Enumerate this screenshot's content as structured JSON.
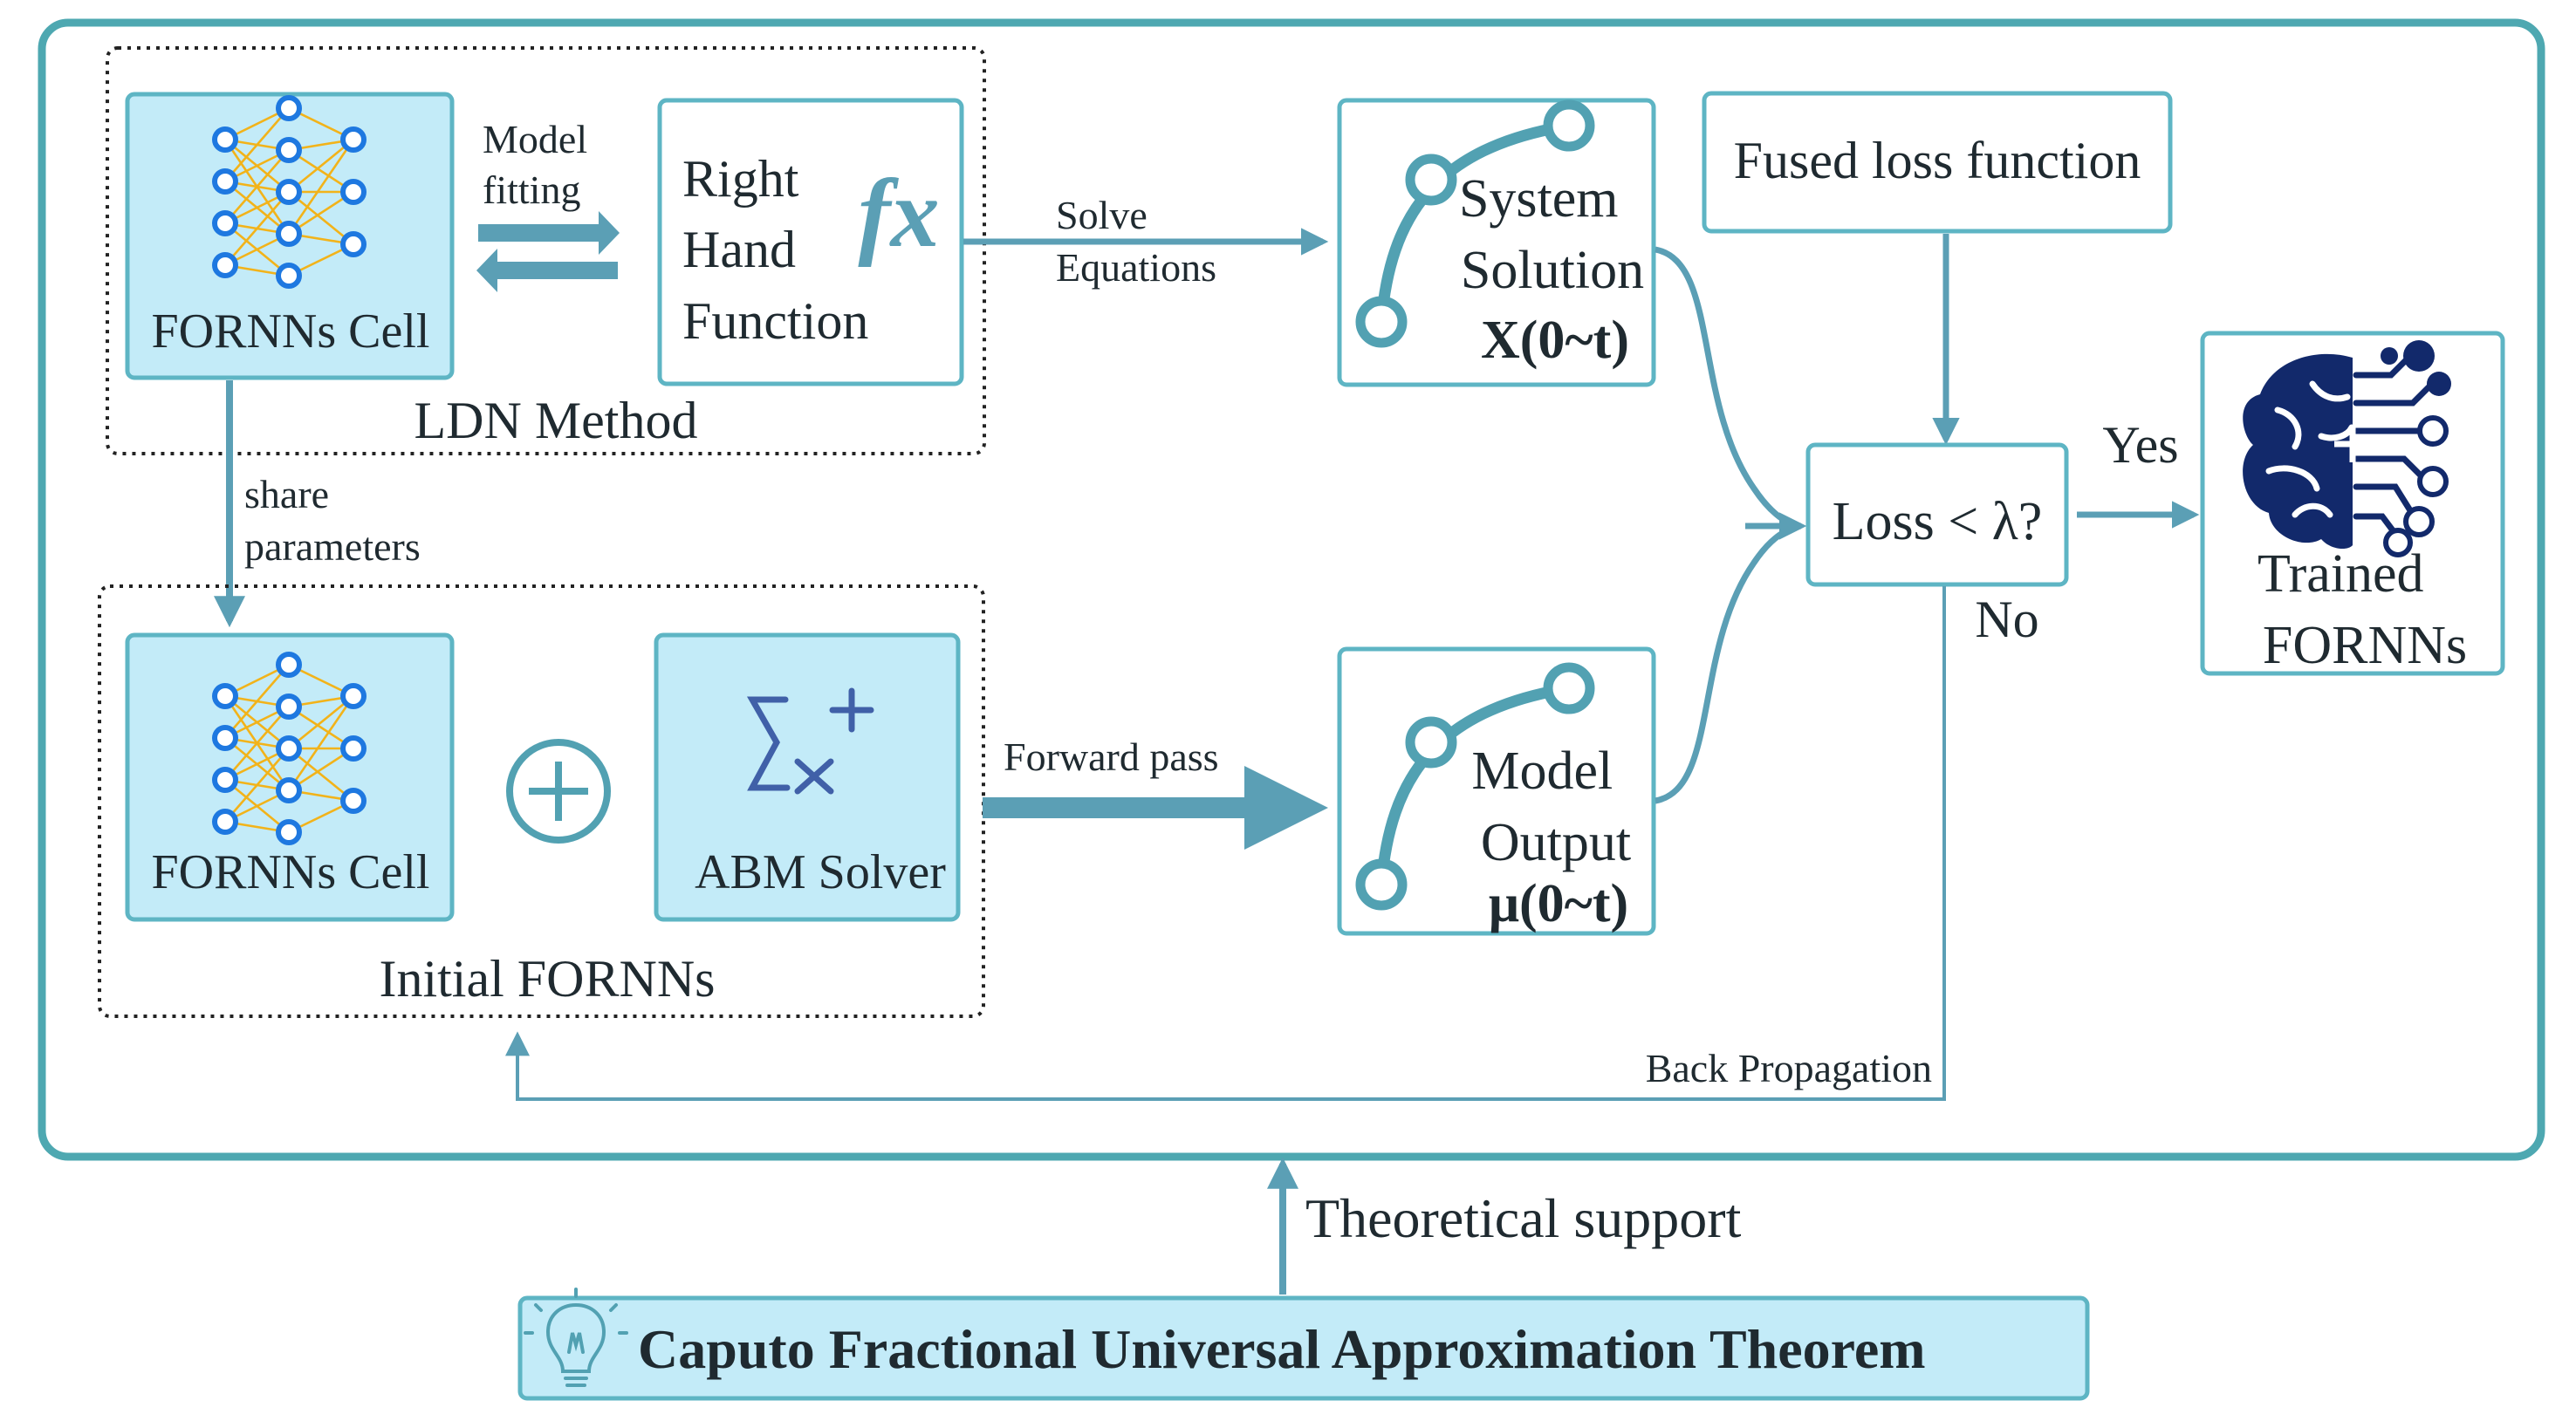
{
  "ldn_group": {
    "label": "LDN Method",
    "cell_label": "FORNNs Cell",
    "rhf_lines": [
      "Right",
      "Hand",
      "Function"
    ],
    "fx_symbol": "fx",
    "model_fitting_lines": [
      "Model",
      "fitting"
    ]
  },
  "share_parameters_lines": [
    "share",
    "parameters"
  ],
  "initial_group": {
    "label": "Initial FORNNs",
    "cell_label": "FORNNs Cell",
    "abm_label": "ABM Solver",
    "plus_symbol": "+"
  },
  "solve_equations_lines": [
    "Solve",
    "Equations"
  ],
  "forward_pass_label": "Forward pass",
  "system_solution": {
    "lines": [
      "System",
      "Solution"
    ],
    "range": "X(0~t)"
  },
  "model_output": {
    "lines": [
      "Model",
      "Output"
    ],
    "range": "μ(0~t)"
  },
  "fused_loss_label": "Fused loss function",
  "loss_check_label": "Loss < λ?",
  "yes_label": "Yes",
  "no_label": "No",
  "back_propagation_label": "Back Propagation",
  "trained_lines": [
    "Trained",
    "FORNNs"
  ],
  "theoretical_support_label": "Theoretical support",
  "theorem_label": "Caputo Fractional Universal Approximation Theorem",
  "colors": {
    "frame": "#4ea8b1",
    "arrow": "#5b9fb5",
    "box_fill": "#c3ebf8",
    "box_border": "#5eb5c4",
    "node_blue": "#1e78e0",
    "edge_gold": "#f2b31a",
    "brain_navy": "#12296b"
  },
  "icons": {
    "neural_net": "neural-network-icon",
    "sum_plus": "sum-plus-icon",
    "curve": "curve-path-icon",
    "brain": "brain-circuit-icon",
    "bulb": "lightbulb-icon",
    "oplus": "circled-plus-icon"
  }
}
